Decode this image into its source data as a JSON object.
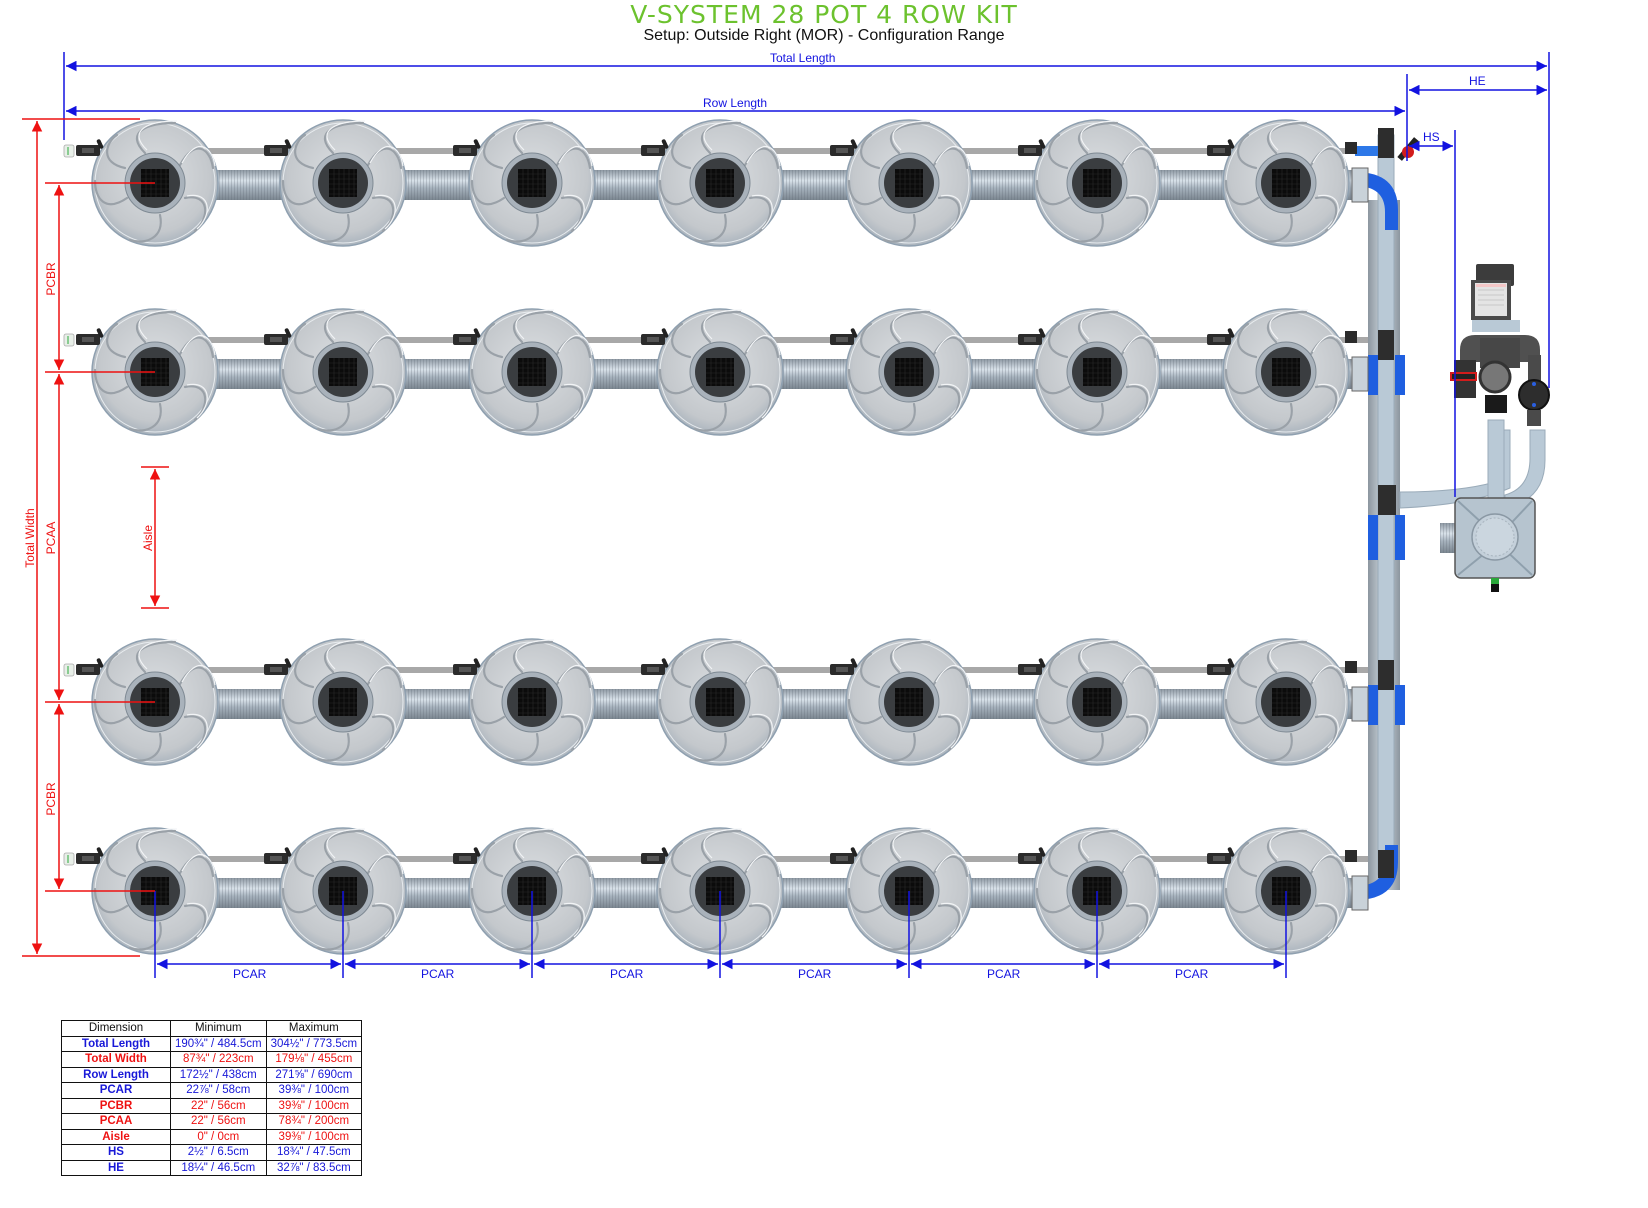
{
  "header": {
    "title": "V-SYSTEM 28 POT 4 ROW KIT",
    "subtitle": "Setup: Outside Right (MOR) - Configuration Range"
  },
  "colors": {
    "title_green": "#6cc22e",
    "dimension_blue": "#1212e0",
    "dimension_red": "#ee1111",
    "pot_gray": "#c9ccd0",
    "pipe_lightblue": "#b9c9d6",
    "fitting_blue": "#1f5fe0"
  },
  "layout": {
    "rows": 4,
    "pots_per_row": 7,
    "total_pots": 28,
    "configuration": "Outside Right (MOR)"
  },
  "dimensions_overlay": {
    "total_length": "Total Length",
    "row_length": "Row Length",
    "he": "HE",
    "hs": "HS",
    "total_width": "Total Width",
    "pcbr_top": "PCBR",
    "pcbr_bottom": "PCBR",
    "pcaa": "PCAA",
    "aisle": "Aisle",
    "pcar": [
      "PCAR",
      "PCAR",
      "PCAR",
      "PCAR",
      "PCAR",
      "PCAR"
    ]
  },
  "spec_table": {
    "headers": [
      "Dimension",
      "Minimum",
      "Maximum"
    ],
    "rows": [
      {
        "dimension": "Total Length",
        "min": "190¾\" / 484.5cm",
        "max": "304½\" / 773.5cm",
        "color": "blue"
      },
      {
        "dimension": "Total Width",
        "min": "87¾\" / 223cm",
        "max": "179⅛\" / 455cm",
        "color": "red"
      },
      {
        "dimension": "Row Length",
        "min": "172½\" / 438cm",
        "max": "271⅝\" / 690cm",
        "color": "blue"
      },
      {
        "dimension": "PCAR",
        "min": "22⅞\" / 58cm",
        "max": "39⅜\" / 100cm",
        "color": "blue"
      },
      {
        "dimension": "PCBR",
        "min": "22\" / 56cm",
        "max": "39⅜\" / 100cm",
        "color": "red"
      },
      {
        "dimension": "PCAA",
        "min": "22\" / 56cm",
        "max": "78¾\" / 200cm",
        "color": "red"
      },
      {
        "dimension": "Aisle",
        "min": "0\" / 0cm",
        "max": "39⅜\" / 100cm",
        "color": "red"
      },
      {
        "dimension": "HS",
        "min": "2½\" / 6.5cm",
        "max": "18¾\" / 47.5cm",
        "color": "blue"
      },
      {
        "dimension": "HE",
        "min": "18¼\" / 46.5cm",
        "max": "32⅞\" / 83.5cm",
        "color": "blue"
      }
    ]
  },
  "icons": {
    "pot": "pot-icon",
    "pump": "pump-icon",
    "reservoir": "reservoir-icon",
    "valve": "valve-icon",
    "filter": "filter-icon"
  }
}
